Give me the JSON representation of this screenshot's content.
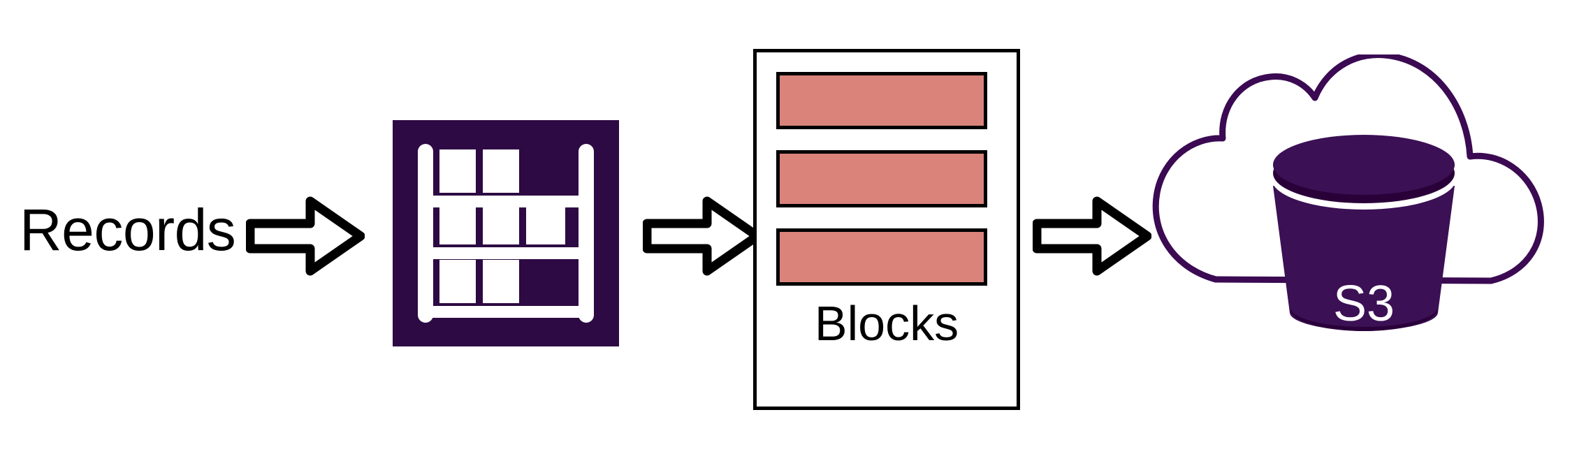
{
  "diagram": {
    "title": "Records to Blocks to S3 pipeline",
    "background_color": "#ffffff",
    "stages": [
      {
        "id": "records",
        "label": "Records",
        "kind": "text-label"
      },
      {
        "id": "warehouse",
        "label": "",
        "kind": "warehouse-icon"
      },
      {
        "id": "blocks",
        "label": "Blocks",
        "kind": "blocks-container"
      },
      {
        "id": "s3",
        "label": "S3",
        "kind": "cloud-bucket-icon"
      }
    ],
    "connectors": [
      {
        "id": "arrow-1",
        "from": "records",
        "to": "warehouse",
        "direction": "right",
        "style": "hollow-block-arrow"
      },
      {
        "id": "arrow-2",
        "from": "warehouse",
        "to": "blocks",
        "direction": "right",
        "style": "hollow-block-arrow"
      },
      {
        "id": "arrow-3",
        "from": "blocks",
        "to": "s3",
        "direction": "right",
        "style": "hollow-block-arrow"
      }
    ]
  },
  "records": {
    "label": "Records"
  },
  "warehouse": {
    "icon_name": "warehouse-shelf-icon",
    "fill_color": "#2D0A43",
    "detail_color": "#FFFFFF",
    "shelf_rows": [
      {
        "row": 1,
        "boxes": 2
      },
      {
        "row": 2,
        "boxes": 3
      },
      {
        "row": 3,
        "boxes": 2
      }
    ]
  },
  "blocks": {
    "label": "Blocks",
    "border_color": "#000000",
    "block_fill_color": "#D9837B",
    "block_border_color": "#000000",
    "items": [
      {
        "index": 1
      },
      {
        "index": 2
      },
      {
        "index": 3
      }
    ]
  },
  "s3": {
    "label": "S3",
    "icon_name": "cloud-storage-bucket-icon",
    "cloud_stroke_color": "#3B0A52",
    "cloud_fill_color": "#FFFFFF",
    "bucket_fill_color": "#3B1054",
    "bucket_rim_color": "#2A0039",
    "bucket_lid_color": "#3B1054",
    "label_color": "#FFFFFF"
  },
  "arrows": {
    "outline_color": "#000000",
    "fill_color": "#FFFFFF",
    "items": [
      {
        "id": "arrow-1"
      },
      {
        "id": "arrow-2"
      },
      {
        "id": "arrow-3"
      }
    ]
  },
  "colors": {
    "purple": "#2D0A43",
    "cloud_purple": "#3B0A52",
    "salmon": "#D9837B",
    "black": "#000000",
    "white": "#FFFFFF"
  }
}
